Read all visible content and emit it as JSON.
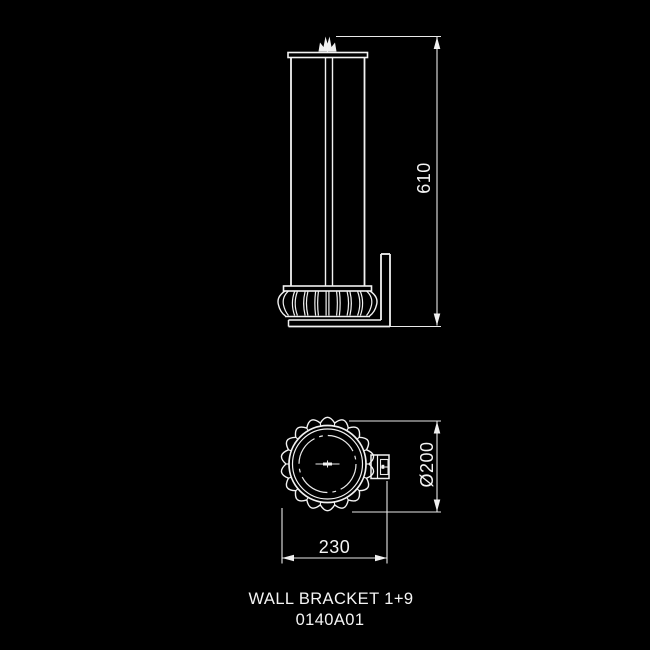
{
  "page": {
    "background": "#000000"
  },
  "drawing": {
    "line_color": "#f2f2f2",
    "text_color": "#f5f5f5",
    "front_view": {
      "height_label": "610"
    },
    "top_view": {
      "diameter_label": "Ø200",
      "width_label": "230"
    },
    "caption": {
      "title": "WALL BRACKET 1+9",
      "part_number": "0140A01"
    }
  }
}
